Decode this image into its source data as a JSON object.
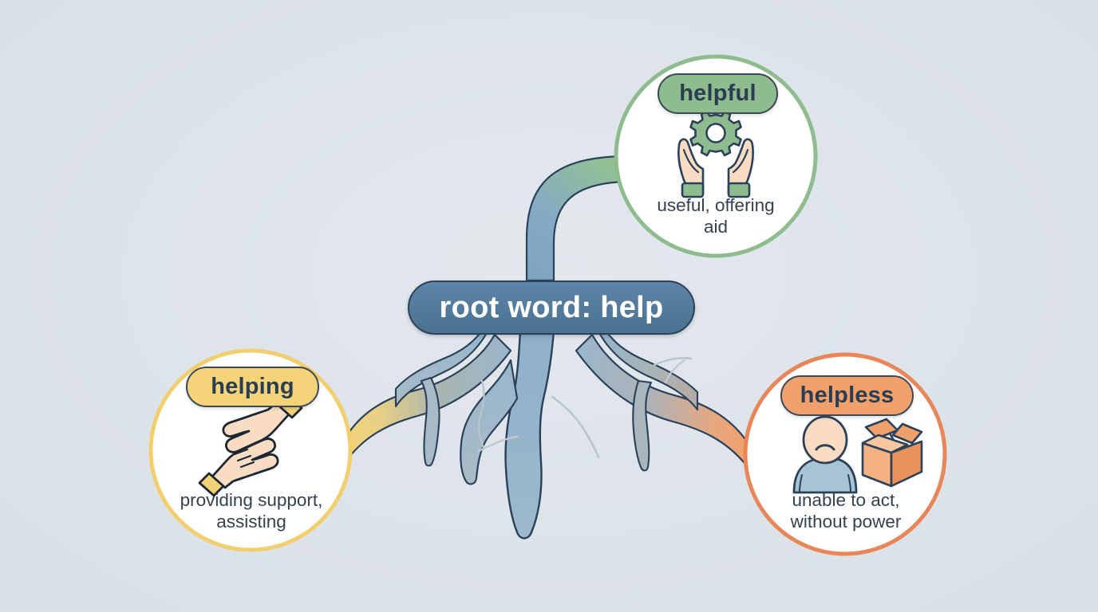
{
  "diagram": {
    "type": "root-word-mind-map",
    "background_color": "#dfe5ea",
    "root": {
      "label": "root word: help",
      "fill_color": "#517a9b",
      "border_color": "#2b4159",
      "text_color": "#ffffff"
    },
    "branches": [
      {
        "id": "helpful",
        "label": "helpful",
        "description": "useful, offering\naid",
        "accent_color": "#8fbc8f",
        "circle_border_color": "#8fbc8f",
        "pill_fill": "#8fbc8f",
        "pill_border": "#3c4a57",
        "icon": "hands-holding-gear-icon",
        "position": "top-right"
      },
      {
        "id": "helping",
        "label": "helping",
        "description": "providing support,\nassisting",
        "accent_color": "#f5d479",
        "circle_border_color": "#f2cf6e",
        "pill_fill": "#f5d479",
        "pill_border": "#3c4a57",
        "icon": "handshake-icon",
        "position": "bottom-left"
      },
      {
        "id": "helpless",
        "label": "helpless",
        "description": "unable to act,\nwithout power",
        "accent_color": "#f0a06a",
        "circle_border_color": "#e8865a",
        "pill_fill": "#f0a06a",
        "pill_border": "#3c4a57",
        "icon": "sad-person-broken-box-icon",
        "position": "bottom-right"
      }
    ]
  }
}
